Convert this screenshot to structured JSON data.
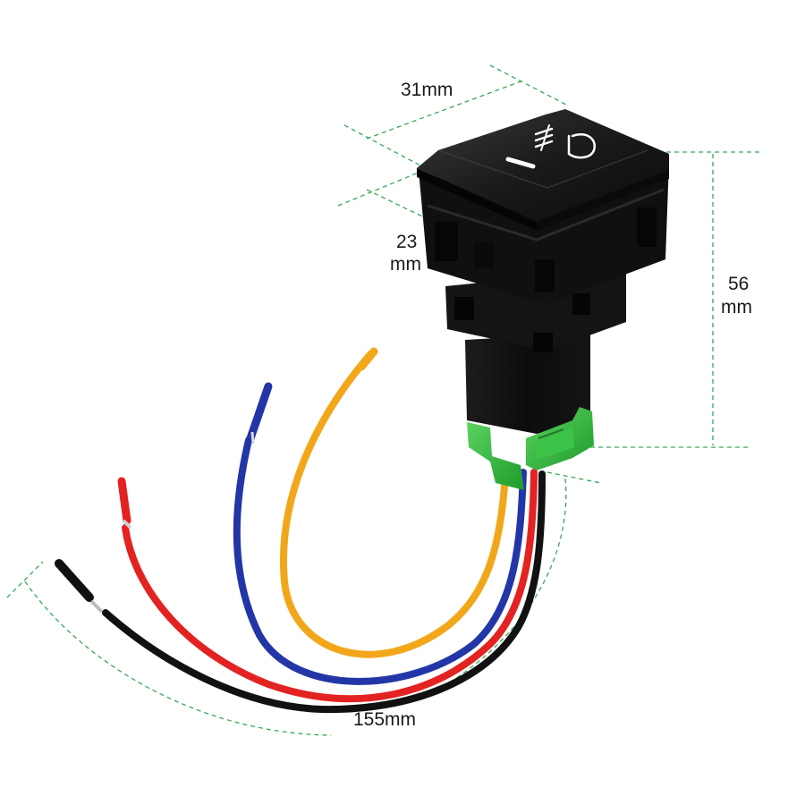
{
  "product": {
    "name": "rocker switch with fog light icon and wiring harness",
    "symbol_icon": "fog-light-icon",
    "indicator_icon": "dash-indicator-icon",
    "wire_colors": [
      "#111111",
      "#e32222",
      "#2236a8",
      "#f2a71b"
    ],
    "connector_color": "#2fb83c",
    "body_color": "#0e0e0e"
  },
  "dimensions": {
    "width_label": "31mm",
    "depth_value": "23",
    "depth_unit": "mm",
    "height_value": "56",
    "height_unit": "mm",
    "wire_length_label": "155mm"
  },
  "colors": {
    "dimension_line": "#3aa655",
    "label_text": "#1a1a1a"
  }
}
